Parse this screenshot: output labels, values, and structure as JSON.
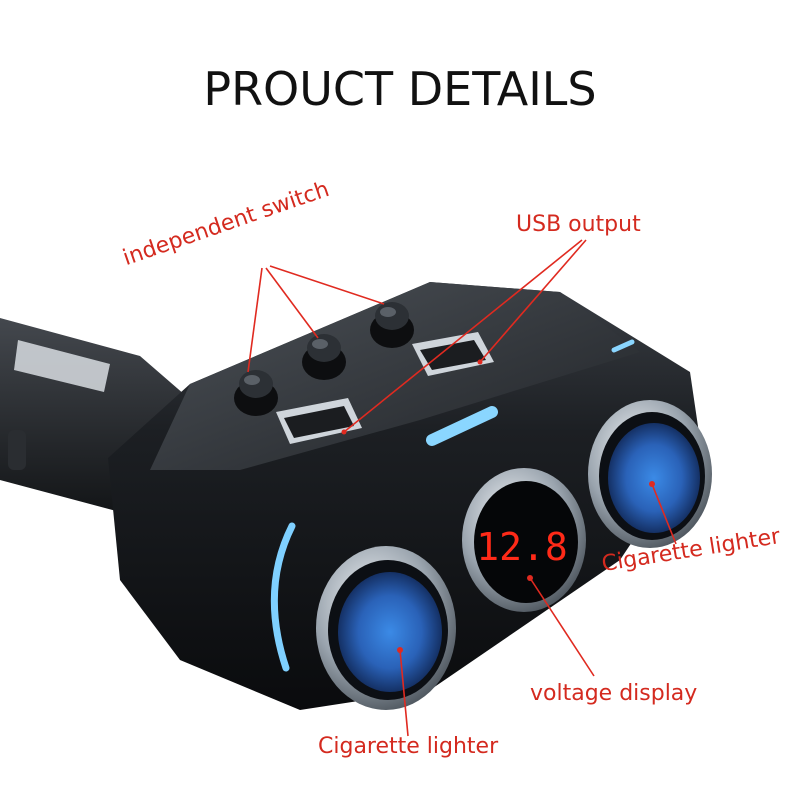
{
  "title": "PROUCT DETAILS",
  "labels": {
    "switch": "independent switch",
    "usb": "USB output",
    "cig_right": "Cigarette lighter",
    "voltage": "voltage display",
    "cig_bottom": "Cigarette lighter"
  },
  "display": {
    "reading": "12.8"
  },
  "colors": {
    "label": "#d42a1f",
    "leader": "#e02a20",
    "body": "#15171a",
    "glow": "#7fd0ff",
    "socket": "#2f6dc4",
    "led": "#ff2a18"
  }
}
